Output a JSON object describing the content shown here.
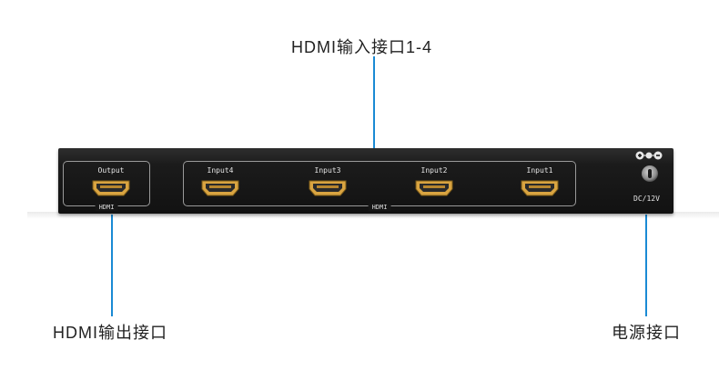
{
  "callouts": {
    "inputs": "HDMI输入接口1-4",
    "output": "HDMI输出接口",
    "power": "电源接口"
  },
  "device": {
    "output_port": {
      "label": "Output",
      "group_label": "HDMI"
    },
    "input_group_label": "HDMI",
    "input_ports": [
      {
        "label": "Input4"
      },
      {
        "label": "Input3"
      },
      {
        "label": "Input2"
      },
      {
        "label": "Input1"
      }
    ],
    "power_label": "DC/12V",
    "polarity_icon": "dc-polarity-icon"
  },
  "colors": {
    "callout_line": "#1a8ad4",
    "device_body": "#1b1b1b",
    "port_gold": "#d9a441"
  }
}
